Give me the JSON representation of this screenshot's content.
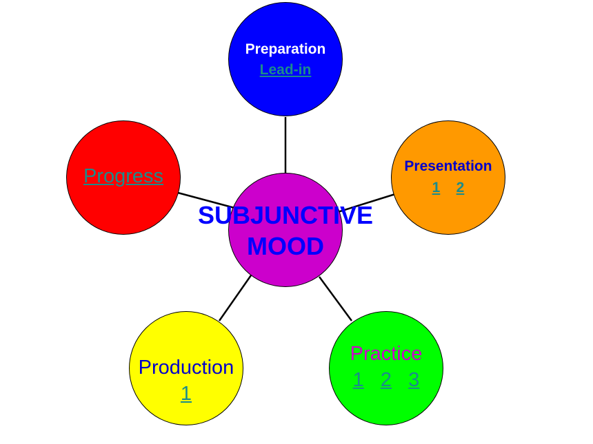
{
  "center": {
    "line1": "SUBJUNCTIVE",
    "line2": "MOOD",
    "color": "#cc00cc",
    "text_color": "#0000ff"
  },
  "preparation": {
    "title": "Preparation",
    "link": "Lead-in",
    "color": "#0000ff",
    "title_color": "#ffffff"
  },
  "presentation": {
    "title": "Presentation",
    "links": [
      "1",
      "2"
    ],
    "color": "#ff9900",
    "title_color": "#0000cc"
  },
  "practice": {
    "title": "Practice",
    "links": [
      "1",
      "2",
      "3"
    ],
    "color": "#00ff00",
    "title_color": "#cc00cc"
  },
  "production": {
    "title": "Production",
    "links": [
      "1"
    ],
    "color": "#ffff00",
    "title_color": "#0000cc"
  },
  "progress": {
    "link": "Progress",
    "color": "#ff0000"
  },
  "link_color": "#1a8c8c"
}
